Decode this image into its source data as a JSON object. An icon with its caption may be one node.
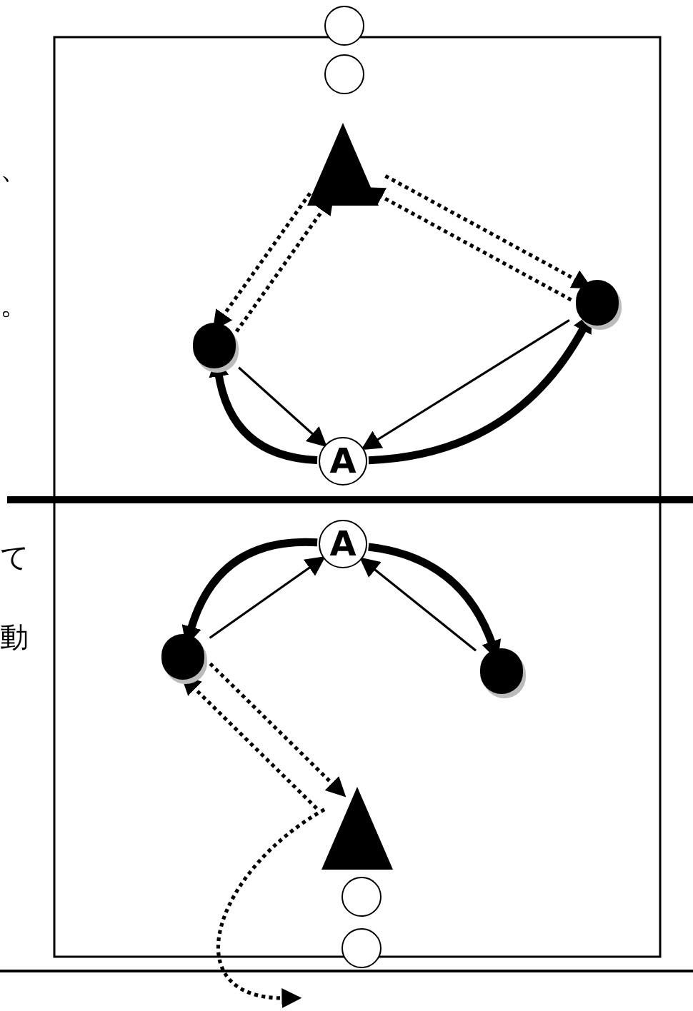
{
  "diagram": {
    "nodes": [
      {
        "text": [],
        "shape": "circle"
      },
      {
        "text": [],
        "shape": "circle"
      },
      {
        "text": [],
        "shape": "triangle"
      },
      {
        "text": [],
        "shape": "dot"
      },
      {
        "text": [],
        "shape": "dot"
      },
      {
        "text": [
          "A"
        ]
      },
      {
        "text": [
          "A"
        ]
      },
      {
        "text": [],
        "shape": "dot"
      },
      {
        "text": [],
        "shape": "dot"
      },
      {
        "text": [],
        "shape": "triangle"
      },
      {
        "text": [],
        "shape": "circle"
      },
      {
        "text": [],
        "shape": "circle"
      }
    ],
    "edges": [
      {
        "from": 2,
        "to": 3,
        "arrow": "to",
        "style": "dashed"
      },
      {
        "from": 3,
        "to": 2,
        "arrow": "to",
        "style": "dashed"
      },
      {
        "from": 2,
        "to": 4,
        "arrow": "to",
        "style": "dashed"
      },
      {
        "from": 4,
        "to": 2,
        "arrow": "to",
        "style": "dashed"
      },
      {
        "from": 3,
        "to": 5,
        "arrow": "to"
      },
      {
        "from": 4,
        "to": 5,
        "arrow": "to"
      },
      {
        "from": 5,
        "to": 3,
        "arrow": "to",
        "style": "thick"
      },
      {
        "from": 5,
        "to": 4,
        "arrow": "to",
        "style": "thick"
      },
      {
        "from": 7,
        "to": 6,
        "arrow": "to"
      },
      {
        "from": 8,
        "to": 6,
        "arrow": "to"
      },
      {
        "from": 6,
        "to": 7,
        "arrow": "to",
        "style": "thick"
      },
      {
        "from": 6,
        "to": 8,
        "arrow": "to",
        "style": "thick"
      },
      {
        "from": 7,
        "to": 9,
        "arrow": "to",
        "style": "dashed"
      },
      {
        "from": 9,
        "to": 7,
        "arrow": "to",
        "style": "dashed"
      },
      {
        "from": 9,
        "to": null,
        "arrow": "to",
        "style": "dashed"
      }
    ],
    "labels": [
      "、",
      "。",
      "て",
      "動"
    ]
  }
}
